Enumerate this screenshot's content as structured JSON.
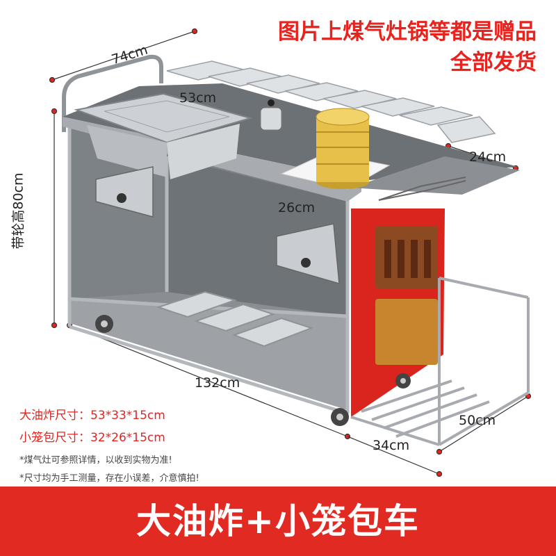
{
  "promo": {
    "line1": "图片上煤气灶锅等都是赠品",
    "line2": "全部发货"
  },
  "dimensions": {
    "depth_top": "74cm",
    "fryer_width": "53cm",
    "shelf_extension": "24cm",
    "height_with_wheels": "带轮高80cm",
    "steamer_width": "26cm",
    "length": "132cm",
    "side_depth": "34cm",
    "side_rack": "50cm"
  },
  "specs": {
    "fryer": "大油炸尺寸：53*33*15cm",
    "steamer": "小笼包尺寸：32*26*15cm"
  },
  "notes": {
    "line1": "*煤气灶可参照详情，以收到实物为准!",
    "line2": "*尺寸均为手工测量，存在小误差，介意慎拍!"
  },
  "banner": {
    "title": "大油炸+小笼包车",
    "color": "#e02a22"
  },
  "colors": {
    "accent_red": "#e8231e",
    "steel": "#8f9499",
    "steel_dark": "#5f6368",
    "tray": "#d9dcdf",
    "bamboo": "#e7c04a"
  }
}
